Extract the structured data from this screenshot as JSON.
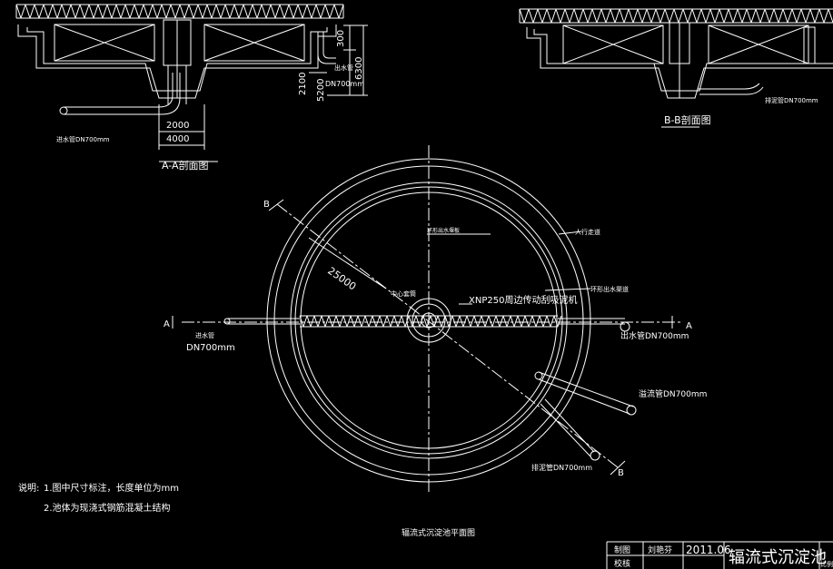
{
  "section_aa": {
    "title": "A-A剖面图",
    "dims": [
      "300",
      "6300",
      "2100",
      "5200",
      "2000",
      "4000"
    ],
    "outlet_label": "出水管",
    "outlet_size": "DN700mm",
    "inlet_label": "进水管DN700mm"
  },
  "section_bb": {
    "title": "B-B剖面图",
    "sludge_label": "排泥管DN700mm"
  },
  "plan": {
    "title": "辐流式沉淀池平面图",
    "diameter": "25000",
    "center_label": "中心套筒",
    "scraper_label": "XNP250周边传动刮吸泥机",
    "overflow_label": "环形出水堰板",
    "walkway_label": "人行走道",
    "channel_label": "环形出水渠道",
    "inlet_label": "进水管",
    "inlet_size": "DN700mm",
    "outlet_label": "出水管DN700mm",
    "overflow_pipe_label": "溢流管DN700mm",
    "sludge_label": "排泥管DN700mm",
    "cut_a": "A",
    "cut_b": "B"
  },
  "notes": {
    "heading": "说明:",
    "line1": "1.图中尺寸标注，长度单位为mm",
    "line2": "2.池体为现浇式钢筋混凝土结构"
  },
  "title_block": {
    "drawn_label": "制图",
    "checked_label": "校核",
    "drawer": "刘艳芬",
    "date": "2011.06",
    "drawing_title": "辐流式沉淀池",
    "edge": "比例"
  }
}
